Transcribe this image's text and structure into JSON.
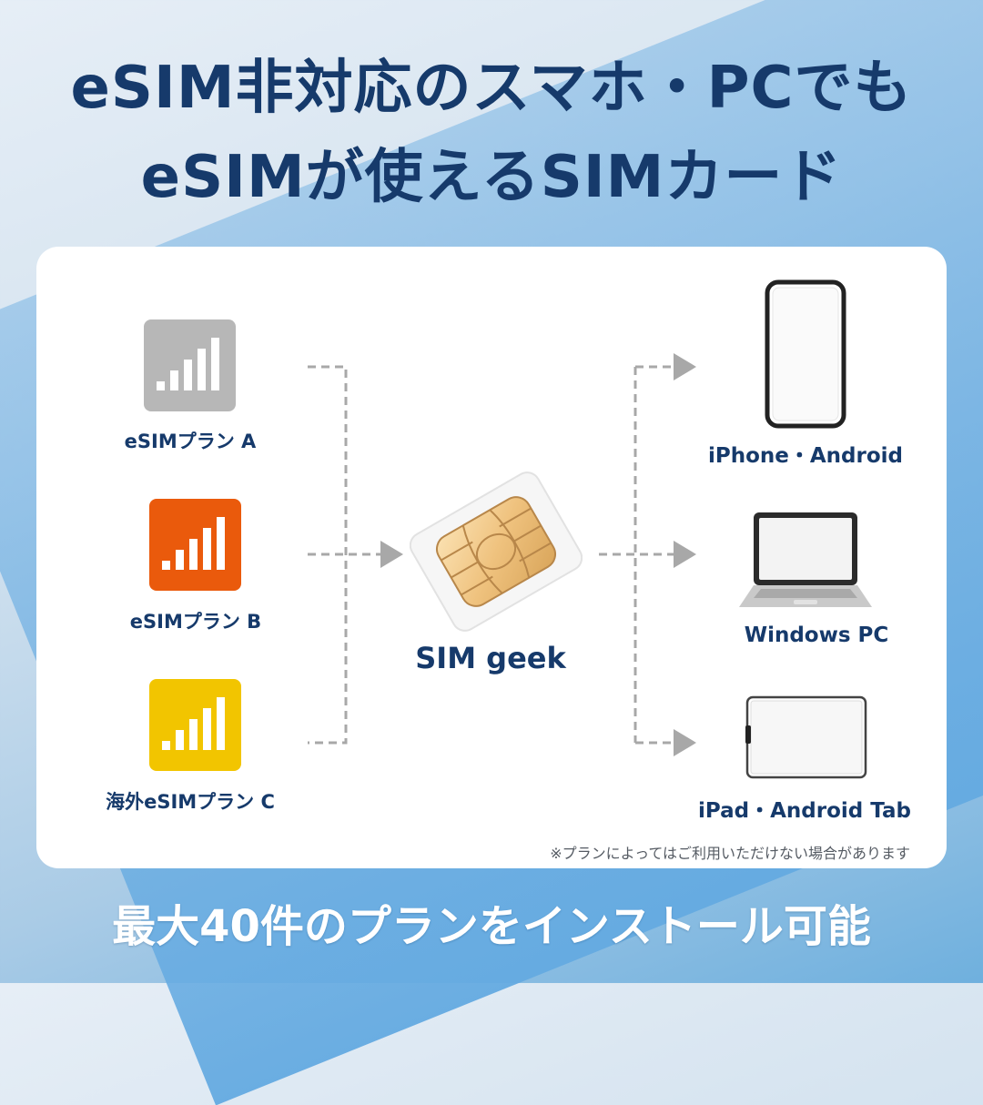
{
  "headline": {
    "line1": "eSIM非対応のスマホ・PCでも",
    "line2": "eSIMが使えるSIMカード"
  },
  "plans": [
    {
      "label": "eSIMプラン A",
      "color": "#b7b7b7",
      "icon": "signal-bars-icon"
    },
    {
      "label": "eSIMプラン B",
      "color": "#ea5a0c",
      "icon": "signal-bars-icon"
    },
    {
      "label": "海外eSIMプラン C",
      "color": "#f2c500",
      "icon": "signal-bars-icon"
    }
  ],
  "sim": {
    "label": "SIM geek",
    "icon": "sim-card-icon"
  },
  "devices": [
    {
      "label": "iPhone・Android",
      "icon": "smartphone-icon"
    },
    {
      "label": "Windows PC",
      "icon": "laptop-icon"
    },
    {
      "label": "iPad・Android Tab",
      "icon": "tablet-icon"
    }
  ],
  "note": "※プランによってはご利用いただけない場合があります",
  "footer": "最大40件のプランをインストール可能",
  "colors": {
    "text": "#163a6b",
    "arrow": "#a8a8a8",
    "card": "#ffffff"
  }
}
